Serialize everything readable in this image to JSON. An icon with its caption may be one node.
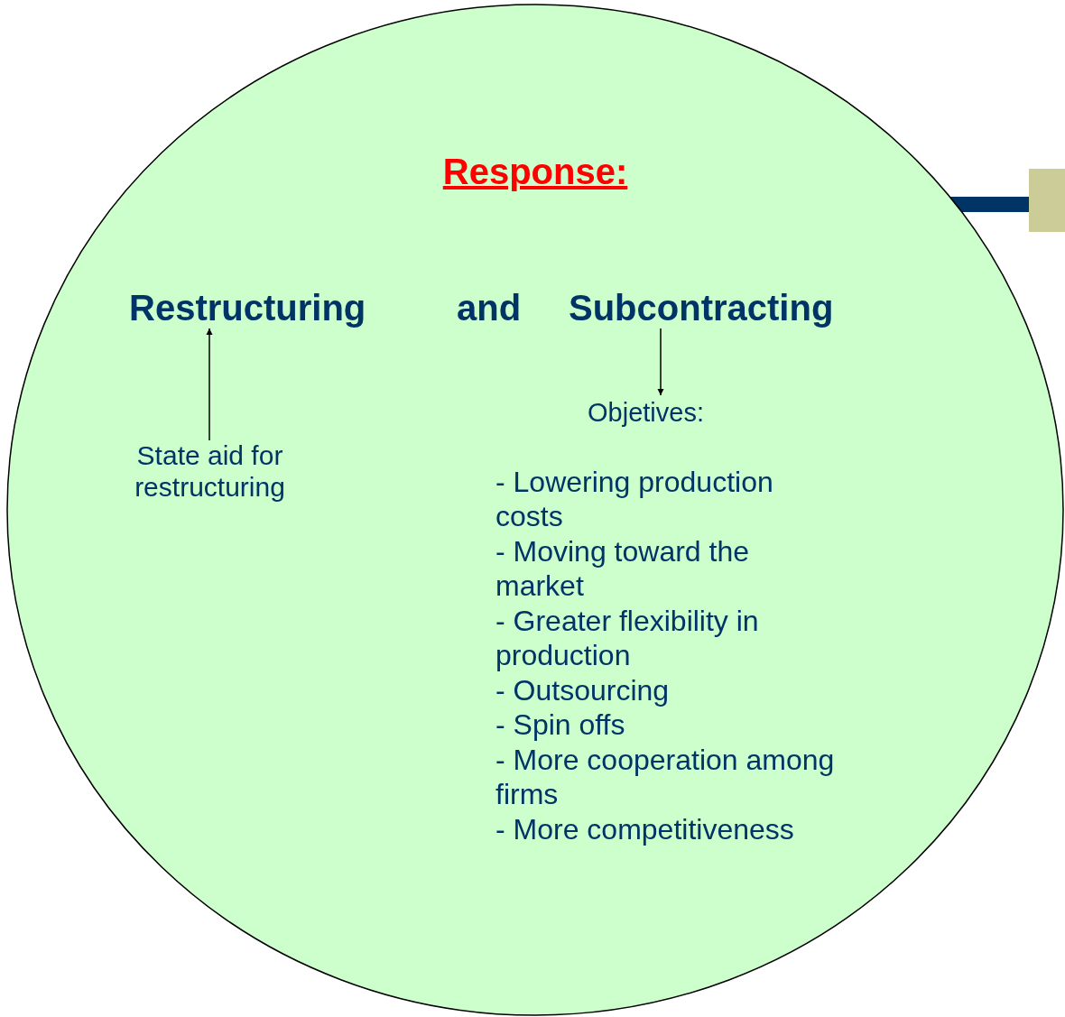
{
  "diagram": {
    "nodes": [
      {
        "text": [
          "Response:"
        ]
      },
      {
        "text": [
          "Restructuring"
        ],
        "in": 0
      },
      {
        "text": [
          "Subcontracting"
        ],
        "in": 0
      },
      {
        "text": [
          "State aid for restructuring"
        ],
        "in": 0
      },
      {
        "text": [
          "Objetives:",
          "- Lowering production costs",
          "- Moving toward the market",
          "- Greater flexibility in production",
          "- Outsourcing",
          "- Spin offs",
          "- More cooperation among firms",
          "- More competitiveness"
        ],
        "in": 0
      }
    ],
    "edges": [
      {
        "from": 3,
        "to": 1,
        "arrow": "to"
      },
      {
        "from": 2,
        "to": 4,
        "arrow": "to"
      }
    ],
    "labels": [
      "and"
    ]
  }
}
